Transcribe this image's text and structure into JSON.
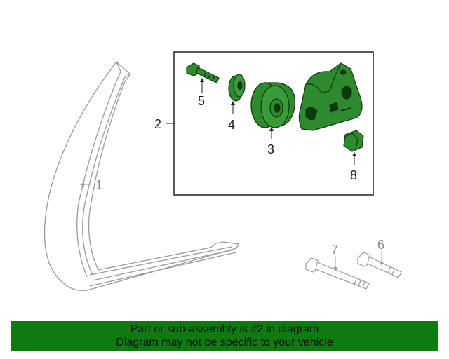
{
  "diagram": {
    "callouts": {
      "c1": "1",
      "c2": "2",
      "c3": "3",
      "c4": "4",
      "c5": "5",
      "c6": "6",
      "c7": "7",
      "c8": "8"
    },
    "colors": {
      "part_fill": "#2f8a2f",
      "part_outline": "#0c3a0c",
      "unhighlighted_stroke": "#9a9a9a",
      "banner": "#0f7a0f"
    }
  },
  "banner": {
    "line1": "Part or sub-assembly is #2 in diagram",
    "line2": "Diagram may not be specific to your vehicle"
  }
}
